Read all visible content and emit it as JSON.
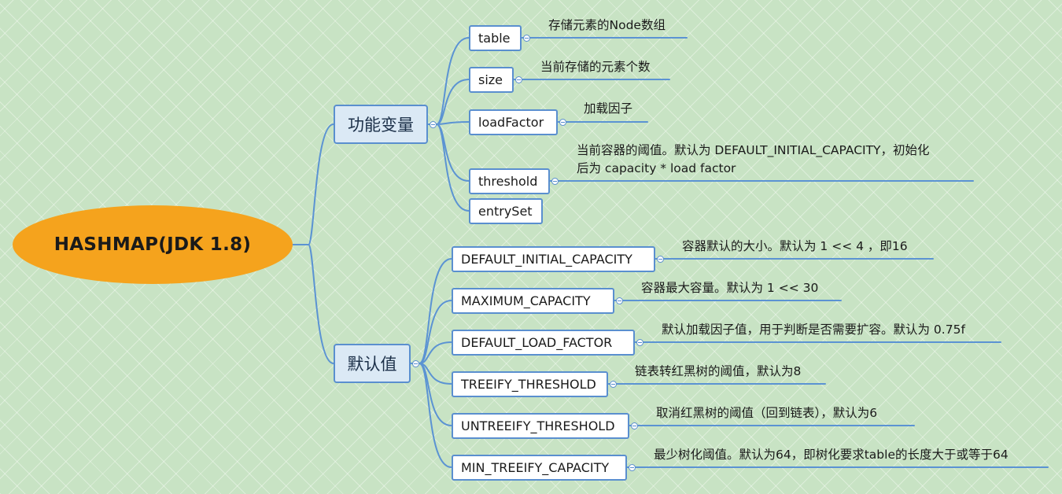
{
  "root": {
    "label": "HASHMAP(JDK 1.8)"
  },
  "branches": [
    {
      "label": "功能变量",
      "children": [
        {
          "label": "table",
          "note": "存储元素的Node数组"
        },
        {
          "label": "size",
          "note": "当前存储的元素个数"
        },
        {
          "label": "loadFactor",
          "note": "加载因子"
        },
        {
          "label": "threshold",
          "note_lines": [
            "当前容器的阈值。默认为 DEFAULT_INITIAL_CAPACITY，初始化",
            "后为 capacity * load factor"
          ]
        },
        {
          "label": "entrySet"
        }
      ]
    },
    {
      "label": "默认值",
      "children": [
        {
          "label": "DEFAULT_INITIAL_CAPACITY",
          "note": "容器默认的大小。默认为 1 << 4 ，即16"
        },
        {
          "label": "MAXIMUM_CAPACITY",
          "note": "容器最大容量。默认为 1 << 30"
        },
        {
          "label": "DEFAULT_LOAD_FACTOR",
          "note": "默认加载因子值，用于判断是否需要扩容。默认为 0.75f"
        },
        {
          "label": "TREEIFY_THRESHOLD",
          "note": "链表转红黑树的阈值，默认为8"
        },
        {
          "label": "UNTREEIFY_THRESHOLD",
          "note": "取消红黑树的阈值（回到链表），默认为6"
        },
        {
          "label": "MIN_TREEIFY_CAPACITY",
          "note": "最少树化阈值。默认为64，即树化要求table的长度大于或等于64"
        }
      ]
    }
  ],
  "colors": {
    "background": "#c8e3c4",
    "root_fill": "#f5a31d",
    "connector": "#5b93d3",
    "node_border": "#5a8fcf",
    "branch_fill": "#dbe9f5"
  }
}
